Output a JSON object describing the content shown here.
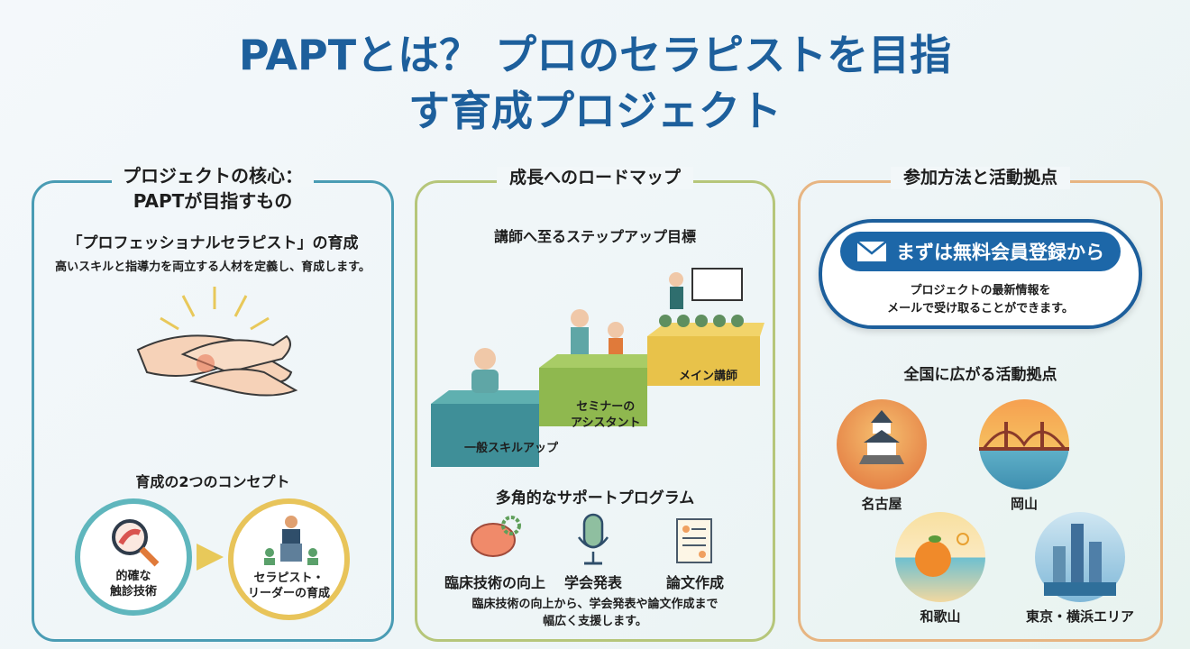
{
  "title": {
    "line1": "PAPTとは？ プロのセラピストを目指",
    "line2": "す育成プロジェクト"
  },
  "core": {
    "heading1": "プロジェクトの核心：",
    "heading2": "PAPTが目指すもの",
    "subtitle": "「プロフェッショナルセラピスト」の育成",
    "desc": "高いスキルと指導力を両立する人材を定義し、育成します。",
    "concept_heading": "育成の2つのコンセプト",
    "concepts": [
      {
        "label1": "的確な",
        "label2": "触診技術",
        "icon": "magnifier-muscle-icon"
      },
      {
        "label1": "セラピスト・",
        "label2": "リーダーの育成",
        "icon": "leader-podium-icon"
      }
    ]
  },
  "roadmap": {
    "heading": "成長へのロードマップ",
    "goal_heading": "講師へ至るステップアップ目標",
    "steps": [
      {
        "label": "一般スキルアップ"
      },
      {
        "label1": "セミナーの",
        "label2": "アシスタント"
      },
      {
        "label": "メイン講師"
      }
    ],
    "support_heading": "多角的なサポートプログラム",
    "programs": [
      {
        "label": "臨床技術の向上",
        "icon": "brain-gear-icon"
      },
      {
        "label": "学会発表",
        "icon": "microphone-icon"
      },
      {
        "label": "論文作成",
        "icon": "document-scroll-icon"
      }
    ],
    "support_desc1": "臨床技術の向上から、学会発表や論文作成まで",
    "support_desc2": "幅広く支援します。"
  },
  "join": {
    "heading": "参加方法と活動拠点",
    "cta": "まずは無料会員登録から",
    "cta_desc1": "プロジェクトの最新情報を",
    "cta_desc2": "メールで受け取ることができます。",
    "bases_heading": "全国に広がる活動拠点",
    "cities": [
      "名古屋",
      "岡山",
      "和歌山",
      "東京・横浜エリア"
    ]
  },
  "colors": {
    "title": "#1d5f9c",
    "button": "#1d67a8"
  }
}
